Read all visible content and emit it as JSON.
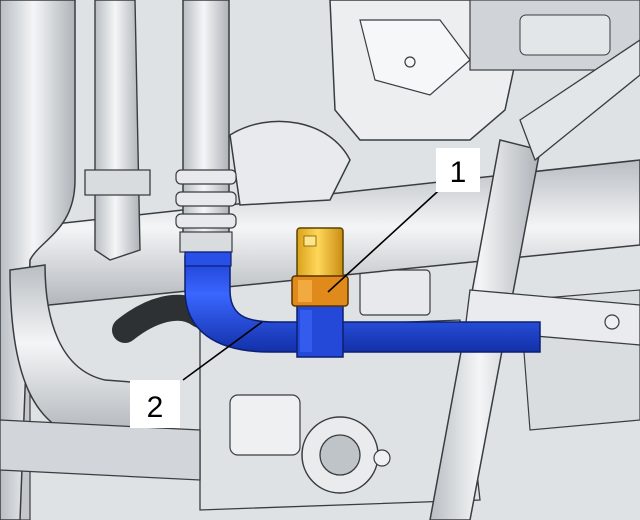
{
  "callouts": [
    {
      "id": "1",
      "label": "1"
    },
    {
      "id": "2",
      "label": "2"
    }
  ],
  "colors": {
    "background": "#ffffff",
    "engine_light": "#e6e8ea",
    "engine_mid": "#c9cdd1",
    "engine_dark": "#8f959b",
    "outline": "#3a3d40",
    "hose_blue": "#2850e6",
    "hose_blue_dark": "#1230a8",
    "sensor_yellow": "#f2c230",
    "sensor_orange": "#e08a1c"
  },
  "parts": [
    {
      "id": "1",
      "name": "sensor-yellow-connector"
    },
    {
      "id": "2",
      "name": "blue-coolant-hose"
    }
  ]
}
